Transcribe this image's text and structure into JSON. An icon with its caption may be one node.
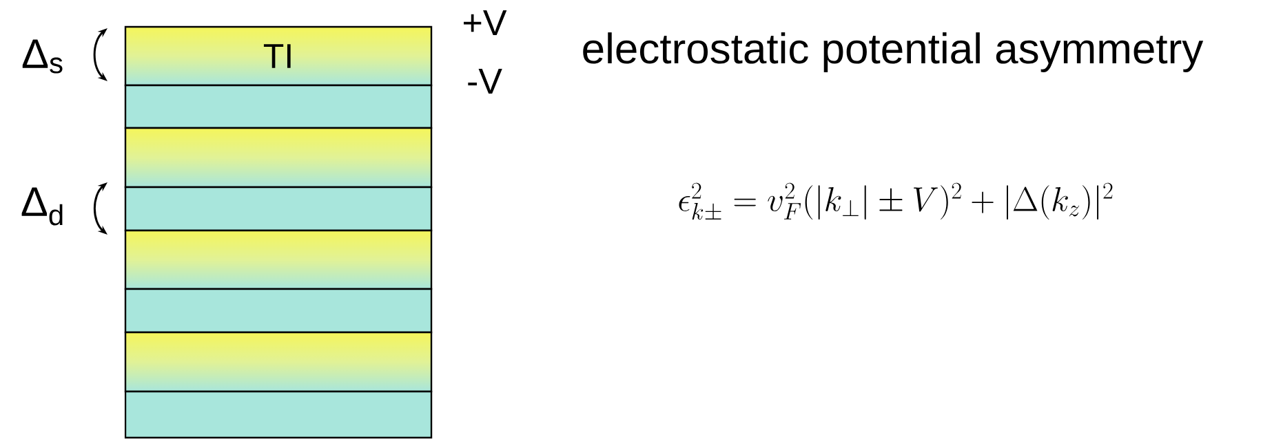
{
  "diagram": {
    "nodes": [
      {
        "text": [
          "TI"
        ]
      },
      {
        "text": [],
        "shape": "box"
      },
      {
        "text": [],
        "shape": "box"
      },
      {
        "text": [],
        "shape": "box"
      },
      {
        "text": [],
        "shape": "box"
      },
      {
        "text": [],
        "shape": "box"
      },
      {
        "text": [],
        "shape": "box"
      },
      {
        "text": [],
        "shape": "box"
      }
    ],
    "labels": [
      "Δ$_{s}$",
      "Δ$_{d}$",
      "+V",
      "-V",
      "electrostatic potential asymmetry",
      "\\epsilon_{k\\pm}^2 = v_F^2(|k_\\perp| \\pm V)^2 + |\\Delta(k_z)|^2"
    ]
  }
}
